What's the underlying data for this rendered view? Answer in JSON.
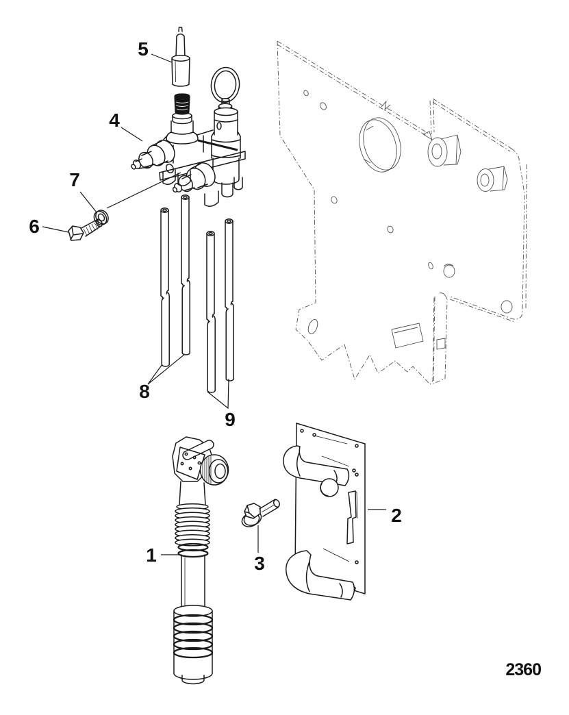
{
  "diagram": {
    "drawing_number": "2360",
    "callouts": [
      {
        "label": "1"
      },
      {
        "label": "2"
      },
      {
        "label": "3"
      },
      {
        "label": "4"
      },
      {
        "label": "5"
      },
      {
        "label": "6"
      },
      {
        "label": "7"
      },
      {
        "label": "8"
      },
      {
        "label": "9"
      }
    ]
  },
  "colors": {
    "background": "#ffffff",
    "line": "#1a1a1a",
    "phantom_line": "#4f4f4f",
    "knob_fill": "#161616",
    "label_text": "#111111"
  }
}
